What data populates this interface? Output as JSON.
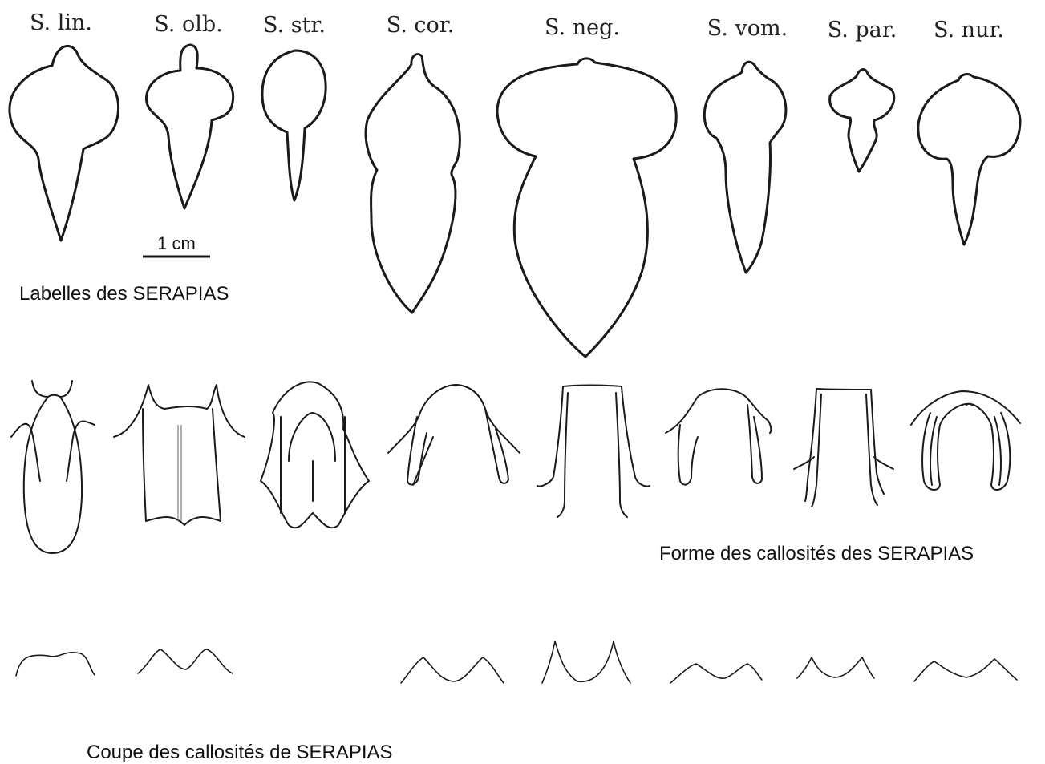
{
  "species": [
    {
      "abbr": "S. lin."
    },
    {
      "abbr": "S. olb."
    },
    {
      "abbr": "S. str."
    },
    {
      "abbr": "S. cor."
    },
    {
      "abbr": "S. neg."
    },
    {
      "abbr": "S. vom."
    },
    {
      "abbr": "S. par."
    },
    {
      "abbr": "S. nur."
    }
  ],
  "scale_bar": {
    "label": "1 cm"
  },
  "captions": {
    "labelles": "Labelles des SERAPIAS",
    "forme": "Forme des callosités des SERAPIAS",
    "coupe": "Coupe des callosités de SERAPIAS"
  }
}
